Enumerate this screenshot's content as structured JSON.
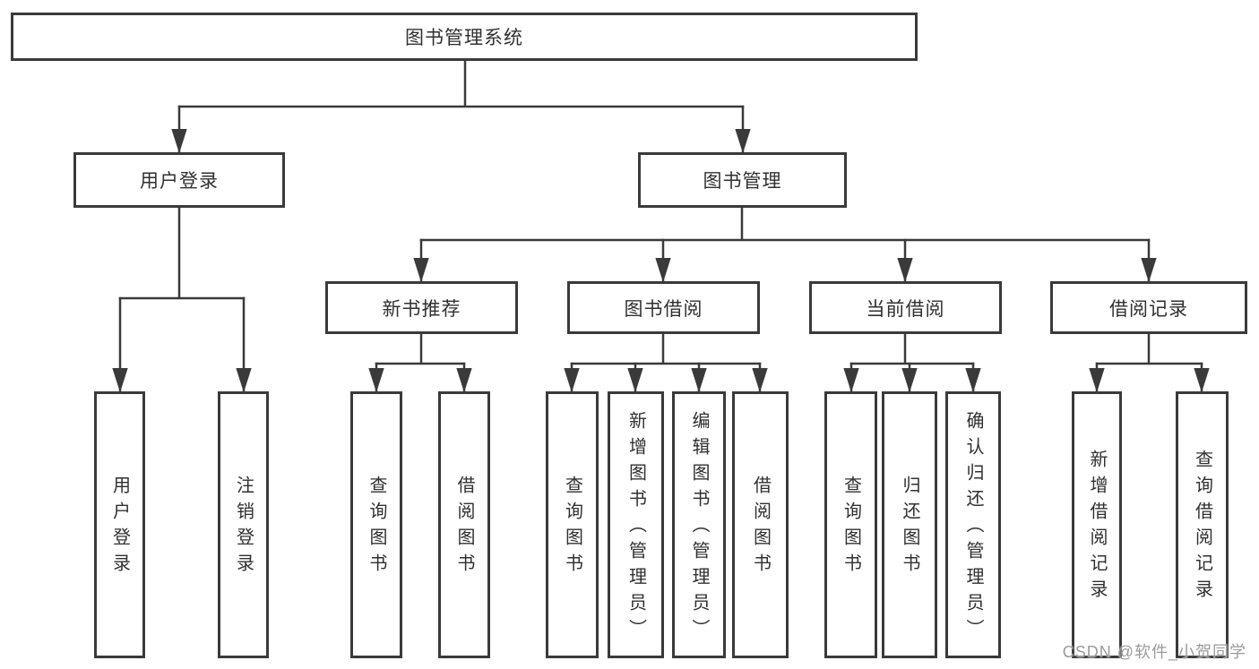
{
  "colors": {
    "background": "#ffffff",
    "line": "#3a3a3a",
    "box_border": "#3a3a3a",
    "text": "#303030",
    "watermark_text": "#9b9b9b"
  },
  "tree": {
    "root": {
      "label": "图书管理系统"
    },
    "branches": [
      {
        "label": "用户登录",
        "children": [
          {
            "label": "用户登录"
          },
          {
            "label": "注销登录"
          }
        ]
      },
      {
        "label": "图书管理",
        "sections": [
          {
            "label": "新书推荐",
            "children": [
              {
                "label": "查询图书"
              },
              {
                "label": "借阅图书"
              }
            ]
          },
          {
            "label": "图书借阅",
            "children": [
              {
                "label": "查询图书"
              },
              {
                "label": "新增图书（管理员）"
              },
              {
                "label": "编辑图书（管理员）"
              },
              {
                "label": "借阅图书"
              }
            ]
          },
          {
            "label": "当前借阅",
            "children": [
              {
                "label": "查询图书"
              },
              {
                "label": "归还图书"
              },
              {
                "label": "确认归还（管理员）"
              }
            ]
          },
          {
            "label": "借阅记录",
            "children": [
              {
                "label": "新增借阅记录"
              },
              {
                "label": "查询借阅记录"
              }
            ]
          }
        ]
      }
    ]
  },
  "watermark": {
    "text": "CSDN @软件_小贺同学"
  }
}
